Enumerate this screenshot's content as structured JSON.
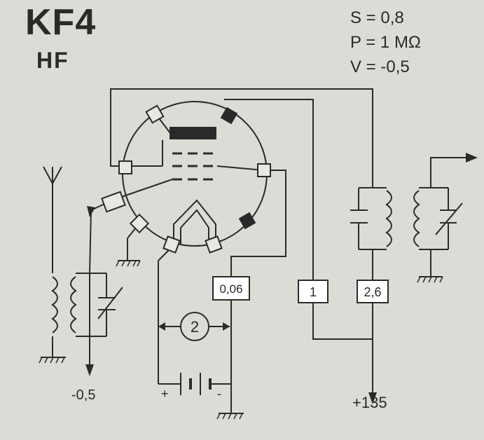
{
  "tube": {
    "name": "KF4",
    "type": "HF"
  },
  "params": [
    {
      "label": "S = 0,8"
    },
    {
      "label": "P = 1 MΩ"
    },
    {
      "label": "V = -0,5"
    }
  ],
  "boxes": {
    "filament_current": "0,06",
    "screen_resistor": "1",
    "plate_resistor": "2,6"
  },
  "heater_voltage": "2",
  "supply": {
    "grid_bias": "-0,5",
    "plate": "+135"
  },
  "battery": {
    "plus": "+",
    "minus": "-"
  }
}
